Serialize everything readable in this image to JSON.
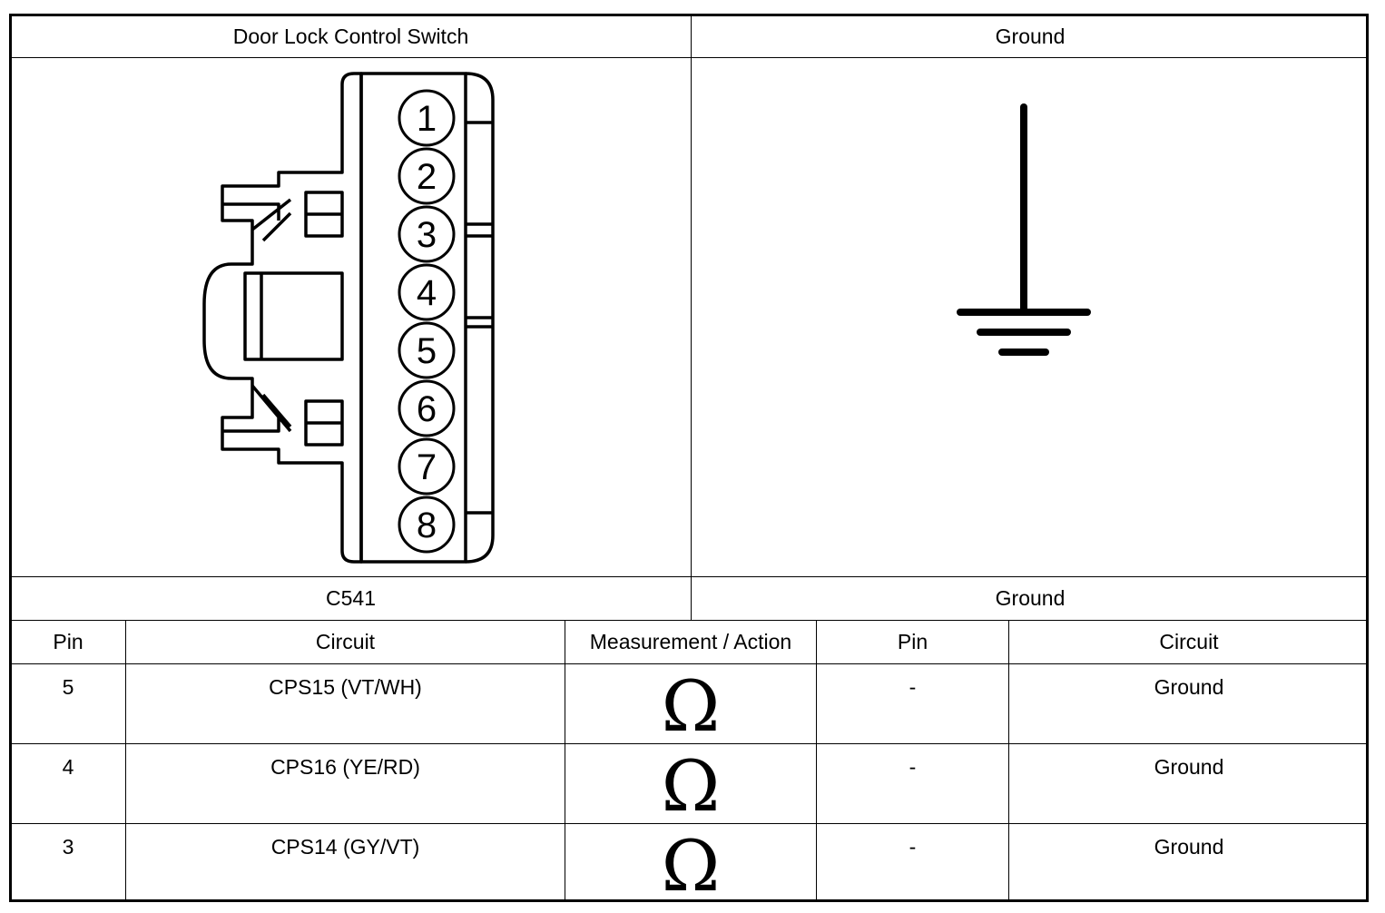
{
  "header": {
    "left_title": "Door Lock Control Switch",
    "right_title": "Ground"
  },
  "connector": {
    "pins": [
      "1",
      "2",
      "3",
      "4",
      "5",
      "6",
      "7",
      "8"
    ]
  },
  "subheader": {
    "left": "C541",
    "right": "Ground"
  },
  "table": {
    "columns": [
      "Pin",
      "Circuit",
      "Measurement / Action",
      "Pin",
      "Circuit"
    ],
    "rows": [
      {
        "pin": "5",
        "circuit": "CPS15 (VT/WH)",
        "measurement": "Ω",
        "pin2": "-",
        "circuit2": "Ground"
      },
      {
        "pin": "4",
        "circuit": "CPS16 (YE/RD)",
        "measurement": "Ω",
        "pin2": "-",
        "circuit2": "Ground"
      },
      {
        "pin": "3",
        "circuit": "CPS14 (GY/VT)",
        "measurement": "Ω",
        "pin2": "-",
        "circuit2": "Ground"
      }
    ]
  }
}
